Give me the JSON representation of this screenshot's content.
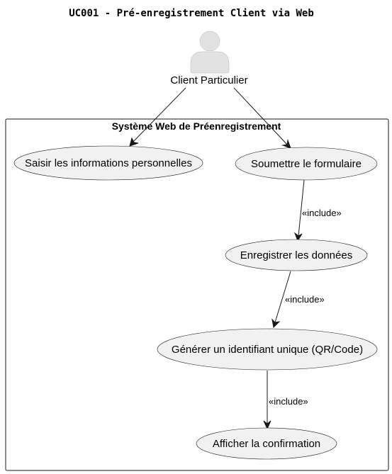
{
  "diagram": {
    "title": "UC001 - Pré-enregistrement Client via Web",
    "actor": {
      "label": "Client Particulier",
      "icon": "person-icon"
    },
    "system": {
      "label": "Système Web de Préenregistrement"
    },
    "use_cases": {
      "saisir": "Saisir les informations personnelles",
      "soumettre": "Soumettre le formulaire",
      "enregistrer": "Enregistrer les données",
      "generer": "Générer un identifiant unique (QR/Code)",
      "afficher": "Afficher la confirmation"
    },
    "relations": {
      "include_1": "«include»",
      "include_2": "«include»",
      "include_3": "«include»"
    },
    "colors": {
      "usecase_fill": "#f1f1f1",
      "line": "#181818",
      "actor_fill": "#e2e2e2"
    }
  }
}
